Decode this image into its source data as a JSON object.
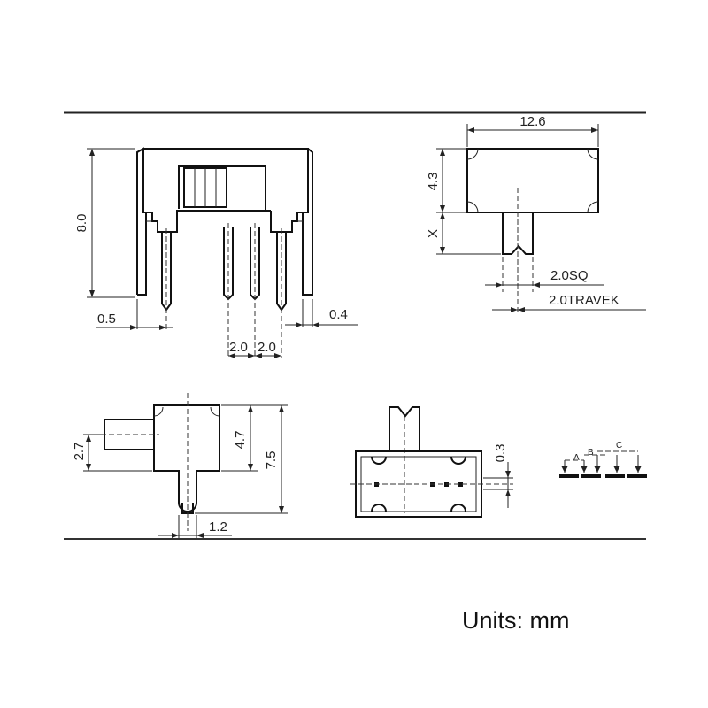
{
  "diagram": {
    "front_view": {
      "height_label": "8.0",
      "left_offset_label": "0.5",
      "right_offset_label": "0.4",
      "pitch_label_1": "2.0",
      "pitch_label_2": "2.0"
    },
    "top_view": {
      "width_label": "12.6",
      "body_depth_label": "4.3",
      "actuator_label": "X",
      "actuator_square_label": "2.0SQ",
      "travel_label": "2.0TRAVEK"
    },
    "side_view": {
      "actuator_height_label": "2.7",
      "body_height_label": "4.7",
      "total_height_label": "7.5",
      "pin_width_label": "1.2"
    },
    "bottom_view": {
      "offset_label": "0.3"
    },
    "contact_diagram": {
      "label_a": "A",
      "label_b": "B",
      "label_c": "C"
    },
    "units_label": "Units: mm"
  }
}
